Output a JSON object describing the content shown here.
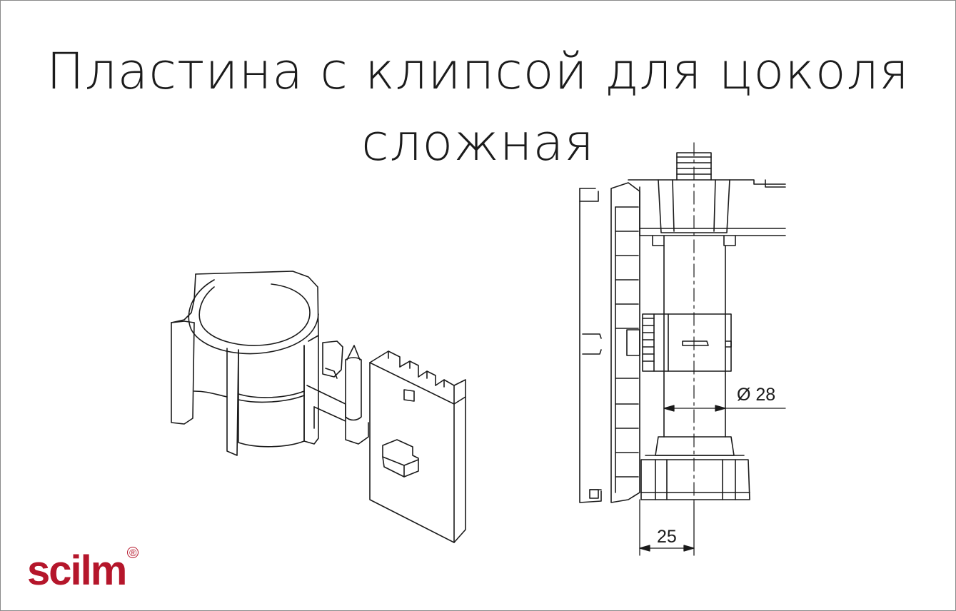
{
  "title": {
    "line1": "Пластина с клипсой для цоколя",
    "line2": "сложная"
  },
  "dimensions": {
    "diameter": "Ø 28",
    "width": "25"
  },
  "logo": {
    "text": "scilm",
    "registered_mark": "®"
  },
  "colors": {
    "brand": "#b5162b",
    "line": "#1a1a1a",
    "background": "#ffffff"
  }
}
